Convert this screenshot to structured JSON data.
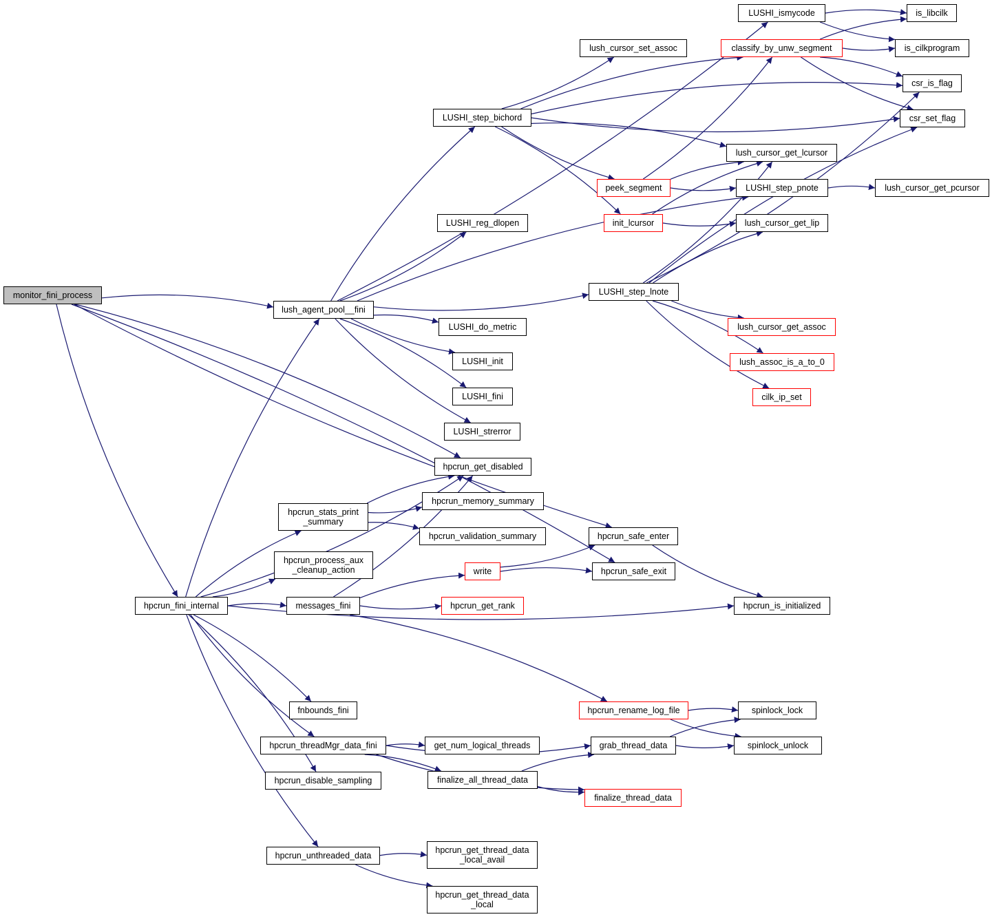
{
  "graph": {
    "type": "call-graph",
    "root": "monitor_fini_process",
    "colors": {
      "edge": "#191970",
      "node_border": "#000000",
      "truncated_border": "#ff0000",
      "root_fill": "#bfbfbf"
    },
    "nodes": [
      {
        "id": "monitor_fini_process",
        "label": "monitor_fini_process",
        "style": "root"
      },
      {
        "id": "lush_agent_pool__fini",
        "label": "lush_agent_pool__fini",
        "style": "normal"
      },
      {
        "id": "hpcrun_fini_internal",
        "label": "hpcrun_fini_internal",
        "style": "normal"
      },
      {
        "id": "LUSHI_ismycode",
        "label": "LUSHI_ismycode",
        "style": "normal"
      },
      {
        "id": "classify_by_unw_segment",
        "label": "classify_by_unw_segment",
        "style": "red"
      },
      {
        "id": "lush_cursor_set_assoc",
        "label": "lush_cursor_set_assoc",
        "style": "normal"
      },
      {
        "id": "LUSHI_step_bichord",
        "label": "LUSHI_step_bichord",
        "style": "normal"
      },
      {
        "id": "is_libcilk",
        "label": "is_libcilk",
        "style": "normal"
      },
      {
        "id": "is_cilkprogram",
        "label": "is_cilkprogram",
        "style": "normal"
      },
      {
        "id": "csr_is_flag",
        "label": "csr_is_flag",
        "style": "normal"
      },
      {
        "id": "csr_set_flag",
        "label": "csr_set_flag",
        "style": "normal"
      },
      {
        "id": "lush_cursor_get_lcursor",
        "label": "lush_cursor_get_lcursor",
        "style": "normal"
      },
      {
        "id": "peek_segment",
        "label": "peek_segment",
        "style": "red"
      },
      {
        "id": "LUSHI_step_pnote",
        "label": "LUSHI_step_pnote",
        "style": "normal"
      },
      {
        "id": "lush_cursor_get_pcursor",
        "label": "lush_cursor_get_pcursor",
        "style": "normal"
      },
      {
        "id": "init_lcursor",
        "label": "init_lcursor",
        "style": "red"
      },
      {
        "id": "lush_cursor_get_lip",
        "label": "lush_cursor_get_lip",
        "style": "normal"
      },
      {
        "id": "LUSHI_reg_dlopen",
        "label": "LUSHI_reg_dlopen",
        "style": "normal"
      },
      {
        "id": "LUSHI_step_lnote",
        "label": "LUSHI_step_lnote",
        "style": "normal"
      },
      {
        "id": "LUSHI_do_metric",
        "label": "LUSHI_do_metric",
        "style": "normal"
      },
      {
        "id": "lush_cursor_get_assoc",
        "label": "lush_cursor_get_assoc",
        "style": "red"
      },
      {
        "id": "LUSHI_init",
        "label": "LUSHI_init",
        "style": "normal"
      },
      {
        "id": "lush_assoc_is_a_to_0",
        "label": "lush_assoc_is_a_to_0",
        "style": "red"
      },
      {
        "id": "LUSHI_fini",
        "label": "LUSHI_fini",
        "style": "normal"
      },
      {
        "id": "cilk_ip_set",
        "label": "cilk_ip_set",
        "style": "red"
      },
      {
        "id": "LUSHI_strerror",
        "label": "LUSHI_strerror",
        "style": "normal"
      },
      {
        "id": "hpcrun_get_disabled",
        "label": "hpcrun_get_disabled",
        "style": "normal"
      },
      {
        "id": "hpcrun_stats_print_summary",
        "label": "hpcrun_stats_print\n_summary",
        "style": "normal"
      },
      {
        "id": "hpcrun_memory_summary",
        "label": "hpcrun_memory_summary",
        "style": "normal"
      },
      {
        "id": "hpcrun_validation_summary",
        "label": "hpcrun_validation_summary",
        "style": "normal"
      },
      {
        "id": "hpcrun_safe_enter",
        "label": "hpcrun_safe_enter",
        "style": "normal"
      },
      {
        "id": "hpcrun_process_aux_cleanup_action",
        "label": "hpcrun_process_aux\n_cleanup_action",
        "style": "normal"
      },
      {
        "id": "write",
        "label": "write",
        "style": "red"
      },
      {
        "id": "hpcrun_safe_exit",
        "label": "hpcrun_safe_exit",
        "style": "normal"
      },
      {
        "id": "messages_fini",
        "label": "messages_fini",
        "style": "normal"
      },
      {
        "id": "hpcrun_get_rank",
        "label": "hpcrun_get_rank",
        "style": "red"
      },
      {
        "id": "hpcrun_is_initialized",
        "label": "hpcrun_is_initialized",
        "style": "normal"
      },
      {
        "id": "fnbounds_fini",
        "label": "fnbounds_fini",
        "style": "normal"
      },
      {
        "id": "hpcrun_rename_log_file",
        "label": "hpcrun_rename_log_file",
        "style": "red"
      },
      {
        "id": "spinlock_lock",
        "label": "spinlock_lock",
        "style": "normal"
      },
      {
        "id": "hpcrun_threadMgr_data_fini",
        "label": "hpcrun_threadMgr_data_fini",
        "style": "normal"
      },
      {
        "id": "get_num_logical_threads",
        "label": "get_num_logical_threads",
        "style": "normal"
      },
      {
        "id": "grab_thread_data",
        "label": "grab_thread_data",
        "style": "normal"
      },
      {
        "id": "spinlock_unlock",
        "label": "spinlock_unlock",
        "style": "normal"
      },
      {
        "id": "hpcrun_disable_sampling",
        "label": "hpcrun_disable_sampling",
        "style": "normal"
      },
      {
        "id": "finalize_all_thread_data",
        "label": "finalize_all_thread_data",
        "style": "normal"
      },
      {
        "id": "finalize_thread_data",
        "label": "finalize_thread_data",
        "style": "red"
      },
      {
        "id": "hpcrun_unthreaded_data",
        "label": "hpcrun_unthreaded_data",
        "style": "normal"
      },
      {
        "id": "hpcrun_get_thread_data_local_avail",
        "label": "hpcrun_get_thread_data\n_local_avail",
        "style": "normal"
      },
      {
        "id": "hpcrun_get_thread_data_local",
        "label": "hpcrun_get_thread_data\n_local",
        "style": "normal"
      }
    ],
    "edges": [
      [
        "monitor_fini_process",
        "lush_agent_pool__fini"
      ],
      [
        "monitor_fini_process",
        "hpcrun_fini_internal"
      ],
      [
        "monitor_fini_process",
        "hpcrun_get_disabled"
      ],
      [
        "monitor_fini_process",
        "hpcrun_safe_enter"
      ],
      [
        "monitor_fini_process",
        "hpcrun_safe_exit"
      ],
      [
        "lush_agent_pool__fini",
        "LUSHI_ismycode"
      ],
      [
        "lush_agent_pool__fini",
        "LUSHI_step_bichord"
      ],
      [
        "lush_agent_pool__fini",
        "LUSHI_reg_dlopen"
      ],
      [
        "lush_agent_pool__fini",
        "LUSHI_step_pnote"
      ],
      [
        "lush_agent_pool__fini",
        "LUSHI_step_lnote"
      ],
      [
        "lush_agent_pool__fini",
        "LUSHI_do_metric"
      ],
      [
        "lush_agent_pool__fini",
        "LUSHI_init"
      ],
      [
        "lush_agent_pool__fini",
        "LUSHI_fini"
      ],
      [
        "lush_agent_pool__fini",
        "LUSHI_strerror"
      ],
      [
        "LUSHI_ismycode",
        "is_libcilk"
      ],
      [
        "LUSHI_ismycode",
        "is_cilkprogram"
      ],
      [
        "classify_by_unw_segment",
        "is_libcilk"
      ],
      [
        "classify_by_unw_segment",
        "is_cilkprogram"
      ],
      [
        "classify_by_unw_segment",
        "csr_is_flag"
      ],
      [
        "classify_by_unw_segment",
        "csr_set_flag"
      ],
      [
        "LUSHI_step_bichord",
        "classify_by_unw_segment"
      ],
      [
        "LUSHI_step_bichord",
        "lush_cursor_set_assoc"
      ],
      [
        "LUSHI_step_bichord",
        "csr_is_flag"
      ],
      [
        "LUSHI_step_bichord",
        "csr_set_flag"
      ],
      [
        "LUSHI_step_bichord",
        "lush_cursor_get_lcursor"
      ],
      [
        "LUSHI_step_bichord",
        "peek_segment"
      ],
      [
        "LUSHI_step_bichord",
        "init_lcursor"
      ],
      [
        "peek_segment",
        "classify_by_unw_segment"
      ],
      [
        "peek_segment",
        "lush_cursor_get_lcursor"
      ],
      [
        "peek_segment",
        "LUSHI_step_pnote"
      ],
      [
        "init_lcursor",
        "lush_cursor_get_lcursor"
      ],
      [
        "init_lcursor",
        "lush_cursor_get_lip"
      ],
      [
        "LUSHI_step_pnote",
        "lush_cursor_get_pcursor"
      ],
      [
        "LUSHI_step_lnote",
        "lush_cursor_get_lcursor"
      ],
      [
        "LUSHI_step_lnote",
        "lush_cursor_get_lip"
      ],
      [
        "LUSHI_step_lnote",
        "csr_is_flag"
      ],
      [
        "LUSHI_step_lnote",
        "csr_set_flag"
      ],
      [
        "LUSHI_step_lnote",
        "lush_cursor_get_assoc"
      ],
      [
        "LUSHI_step_lnote",
        "lush_assoc_is_a_to_0"
      ],
      [
        "LUSHI_step_lnote",
        "cilk_ip_set"
      ],
      [
        "hpcrun_fini_internal",
        "lush_agent_pool__fini"
      ],
      [
        "hpcrun_fini_internal",
        "hpcrun_get_disabled"
      ],
      [
        "hpcrun_fini_internal",
        "hpcrun_stats_print_summary"
      ],
      [
        "hpcrun_fini_internal",
        "hpcrun_process_aux_cleanup_action"
      ],
      [
        "hpcrun_fini_internal",
        "messages_fini"
      ],
      [
        "hpcrun_fini_internal",
        "hpcrun_is_initialized"
      ],
      [
        "hpcrun_fini_internal",
        "fnbounds_fini"
      ],
      [
        "hpcrun_fini_internal",
        "hpcrun_threadMgr_data_fini"
      ],
      [
        "hpcrun_fini_internal",
        "hpcrun_disable_sampling"
      ],
      [
        "hpcrun_fini_internal",
        "hpcrun_unthreaded_data"
      ],
      [
        "hpcrun_stats_print_summary",
        "hpcrun_get_disabled"
      ],
      [
        "hpcrun_stats_print_summary",
        "hpcrun_memory_summary"
      ],
      [
        "hpcrun_stats_print_summary",
        "hpcrun_validation_summary"
      ],
      [
        "messages_fini",
        "hpcrun_get_disabled"
      ],
      [
        "messages_fini",
        "write"
      ],
      [
        "messages_fini",
        "hpcrun_get_rank"
      ],
      [
        "messages_fini",
        "hpcrun_rename_log_file"
      ],
      [
        "write",
        "hpcrun_safe_enter"
      ],
      [
        "write",
        "hpcrun_safe_exit"
      ],
      [
        "hpcrun_safe_enter",
        "hpcrun_is_initialized"
      ],
      [
        "hpcrun_rename_log_file",
        "spinlock_lock"
      ],
      [
        "hpcrun_rename_log_file",
        "spinlock_unlock"
      ],
      [
        "grab_thread_data",
        "spinlock_lock"
      ],
      [
        "grab_thread_data",
        "spinlock_unlock"
      ],
      [
        "hpcrun_threadMgr_data_fini",
        "get_num_logical_threads"
      ],
      [
        "hpcrun_threadMgr_data_fini",
        "grab_thread_data"
      ],
      [
        "hpcrun_threadMgr_data_fini",
        "finalize_all_thread_data"
      ],
      [
        "hpcrun_threadMgr_data_fini",
        "finalize_thread_data"
      ],
      [
        "finalize_all_thread_data",
        "grab_thread_data"
      ],
      [
        "finalize_all_thread_data",
        "finalize_thread_data"
      ],
      [
        "hpcrun_unthreaded_data",
        "hpcrun_get_thread_data_local_avail"
      ],
      [
        "hpcrun_unthreaded_data",
        "hpcrun_get_thread_data_local"
      ]
    ]
  }
}
